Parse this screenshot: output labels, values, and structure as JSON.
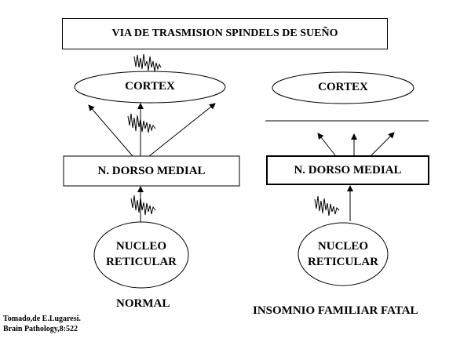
{
  "title": "VIA DE TRASMISION SPINDELS DE SUEÑO",
  "normal": {
    "cortex": "CORTEX",
    "dorsomedial": "N. DORSO MEDIAL",
    "reticular_line1": "NUCLEO",
    "reticular_line2": "RETICULAR",
    "caption": "NORMAL"
  },
  "ffi": {
    "cortex": "CORTEX",
    "dorsomedial": "N. DORSO MEDIAL",
    "reticular_line1": "NUCLEO",
    "reticular_line2": "RETICULAR",
    "caption": "INSOMNIO FAMILIAR FATAL"
  },
  "source_line1": "Tomado,de E.Lugaresi.",
  "source_line2": "Brain Pathology,8:522"
}
